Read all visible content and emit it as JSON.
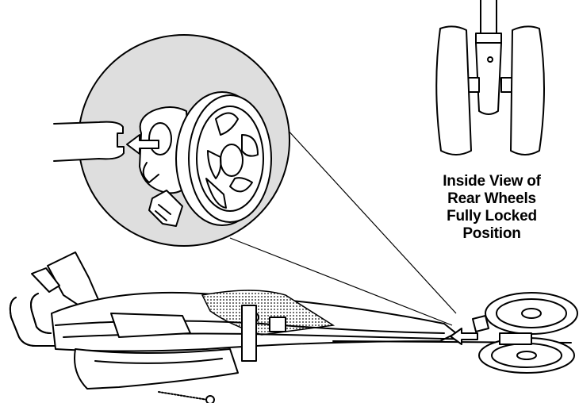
{
  "caption": {
    "line1": "Inside View of",
    "line2": "Rear Wheels",
    "line3": "Fully Locked",
    "line4": "Position"
  },
  "colors": {
    "magnifier_fill": "#dedede",
    "line": "#000000",
    "background": "#ffffff",
    "seat_mesh": "#555555"
  },
  "icons": [
    "push-arrow-icon",
    "rear-wheel-icon",
    "magnifier-callout"
  ]
}
